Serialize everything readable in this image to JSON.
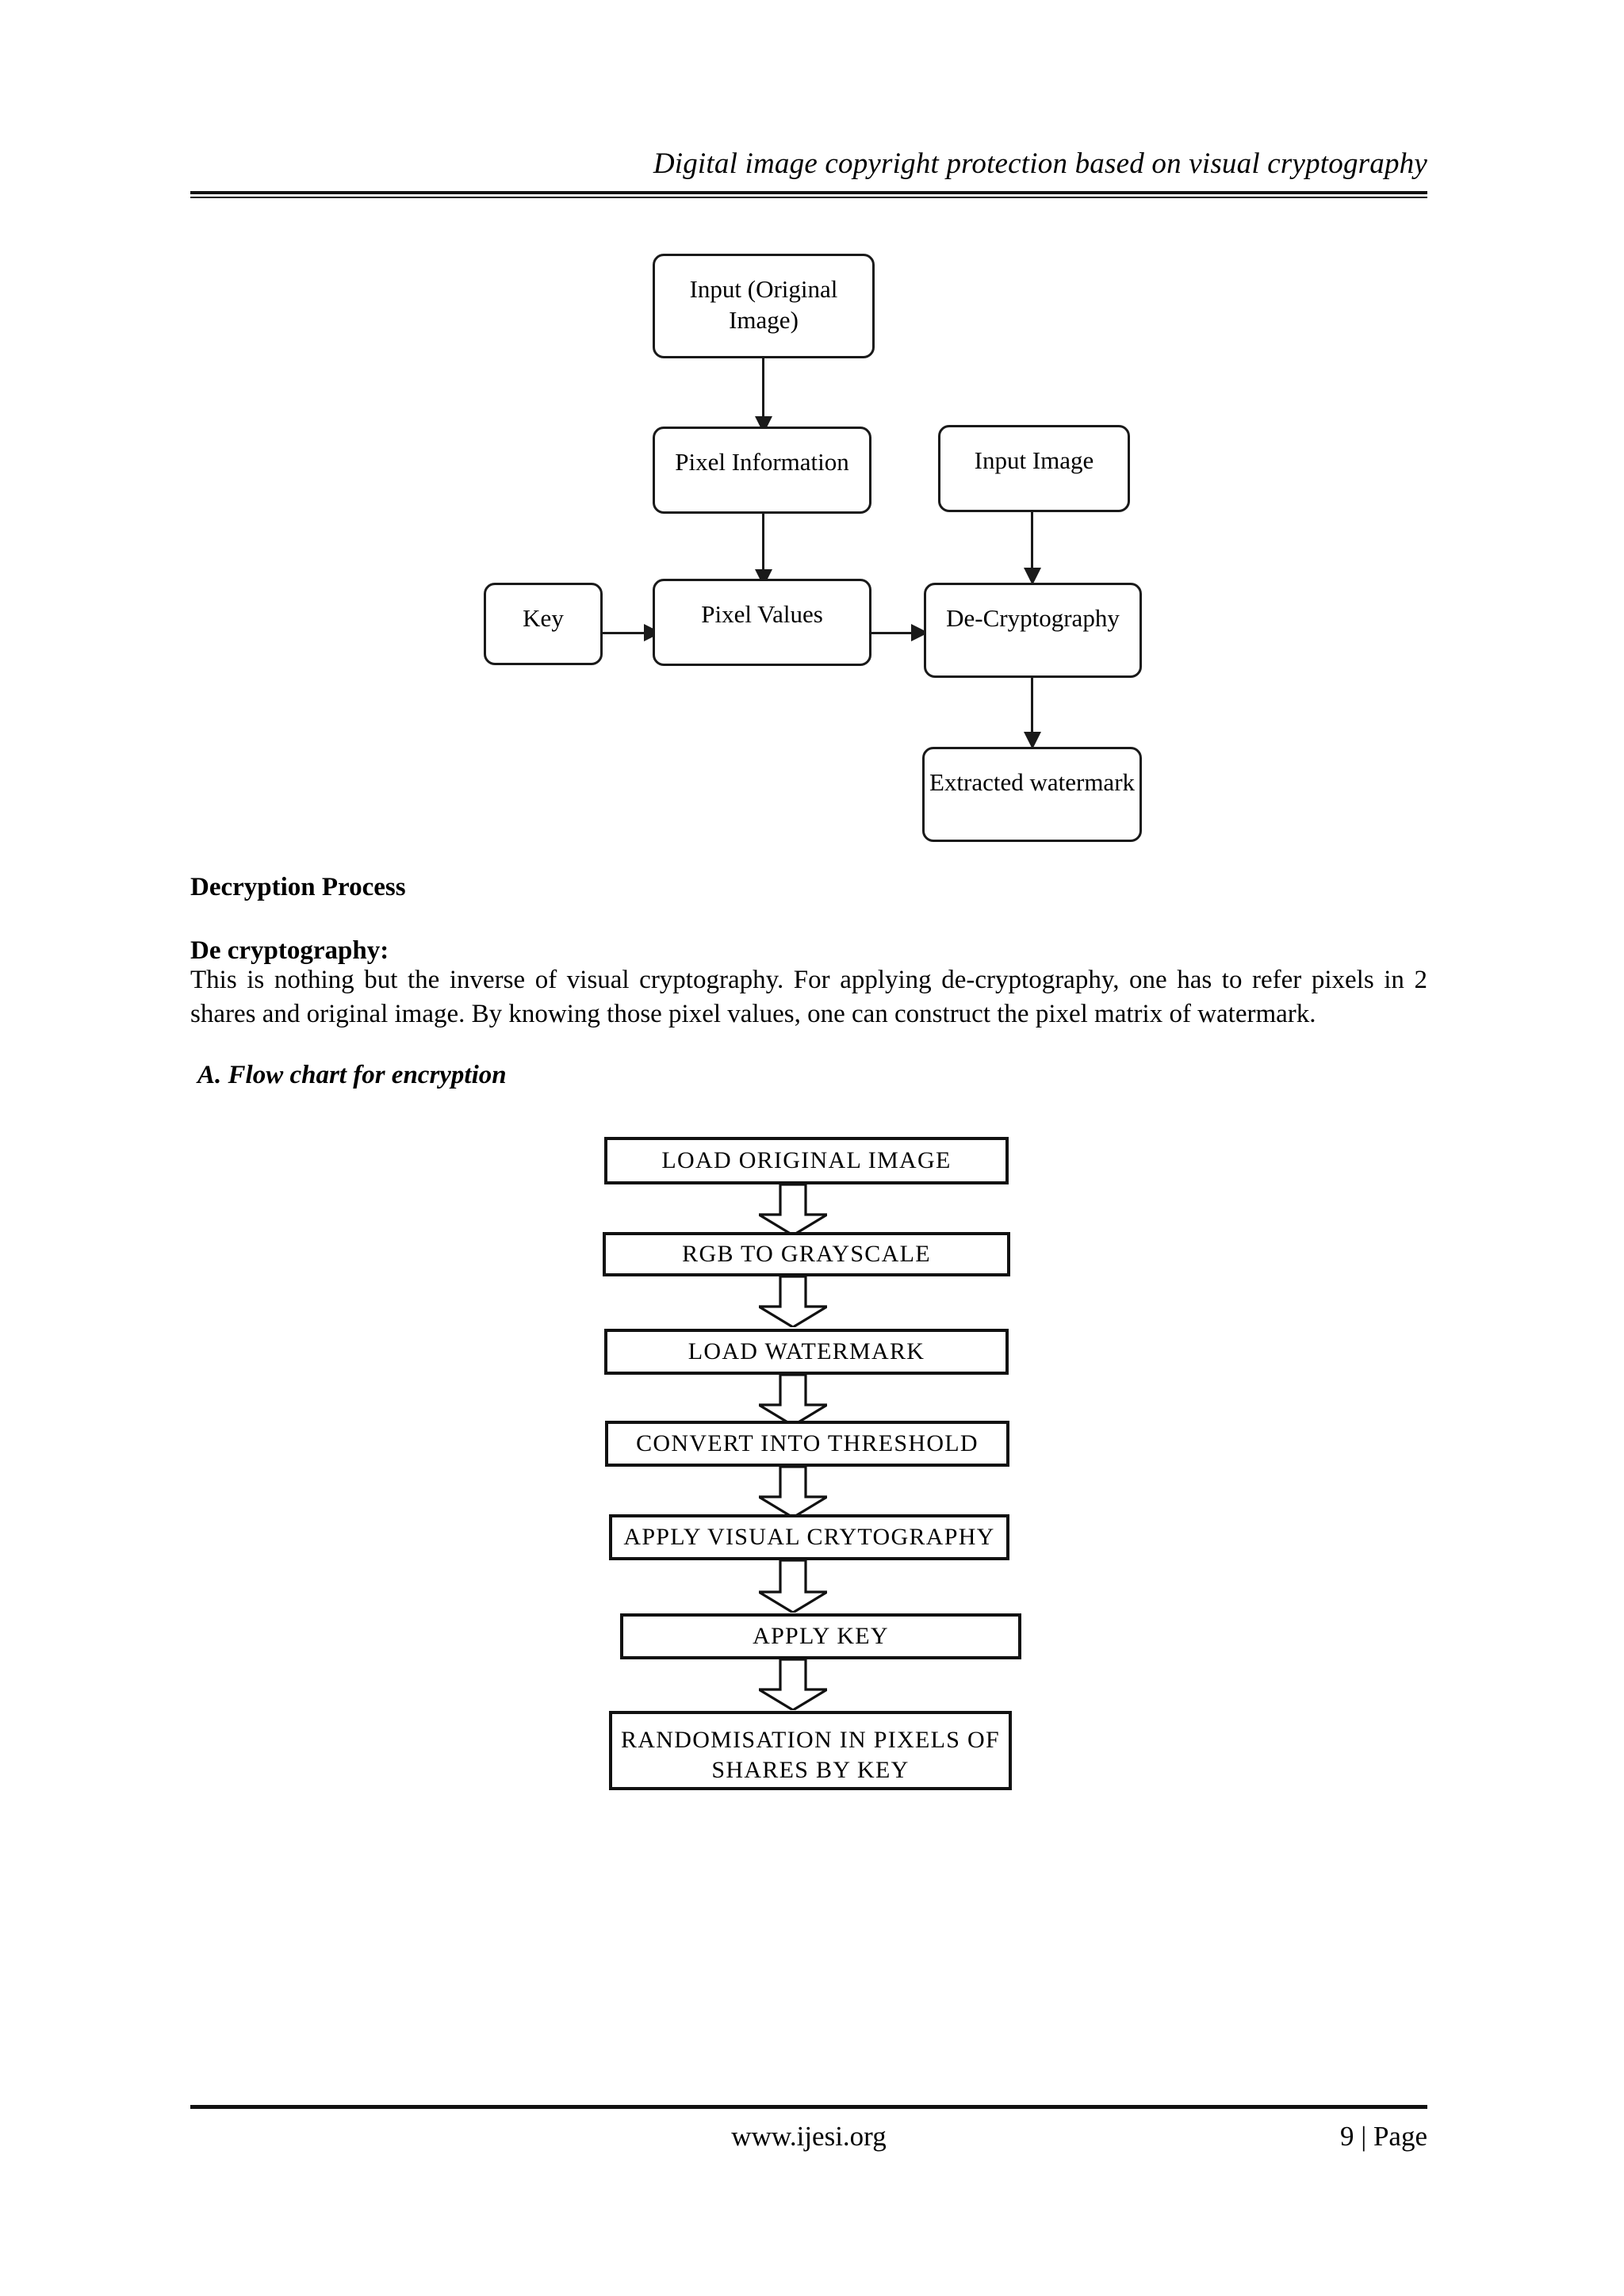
{
  "header": {
    "running_title": "Digital image copyright protection based on visual cryptography"
  },
  "decryption_diagram": {
    "nodes": [
      {
        "id": "input-original-image",
        "label": "Input (Original\nImage)"
      },
      {
        "id": "pixel-information",
        "label": "Pixel Information"
      },
      {
        "id": "input-image",
        "label": "Input Image"
      },
      {
        "id": "key",
        "label": "Key"
      },
      {
        "id": "pixel-values",
        "label": "Pixel Values"
      },
      {
        "id": "de-cryptography",
        "label": "De-Cryptography"
      },
      {
        "id": "extracted-watermark",
        "label": "Extracted watermark"
      }
    ]
  },
  "sections": {
    "decryption_process_heading": "Decryption Process",
    "de_cryptography_heading": "De cryptography:",
    "de_cryptography_body": "This is nothing but the inverse of visual cryptography. For applying de-cryptography, one has to refer pixels in 2 shares and original image. By knowing those pixel values, one can construct the pixel matrix of watermark.",
    "flow_chart_heading": "A.    Flow chart for encryption"
  },
  "encryption_flowchart": {
    "steps": [
      {
        "id": "load-original-image",
        "label": "LOAD ORIGINAL IMAGE"
      },
      {
        "id": "rgb-to-grayscale",
        "label": "RGB TO GRAYSCALE"
      },
      {
        "id": "load-watermark",
        "label": "LOAD WATERMARK"
      },
      {
        "id": "convert-into-threshold",
        "label": "CONVERT INTO THRESHOLD"
      },
      {
        "id": "apply-visual-crytography",
        "label": "APPLY VISUAL CRYTOGRAPHY"
      },
      {
        "id": "apply-key",
        "label": "APPLY KEY"
      },
      {
        "id": "randomisation",
        "label": "RANDOMISATION IN PIXELS OF\nSHARES BY KEY"
      }
    ]
  },
  "footer": {
    "site": "www.ijesi.org",
    "page": "9 | Page"
  }
}
